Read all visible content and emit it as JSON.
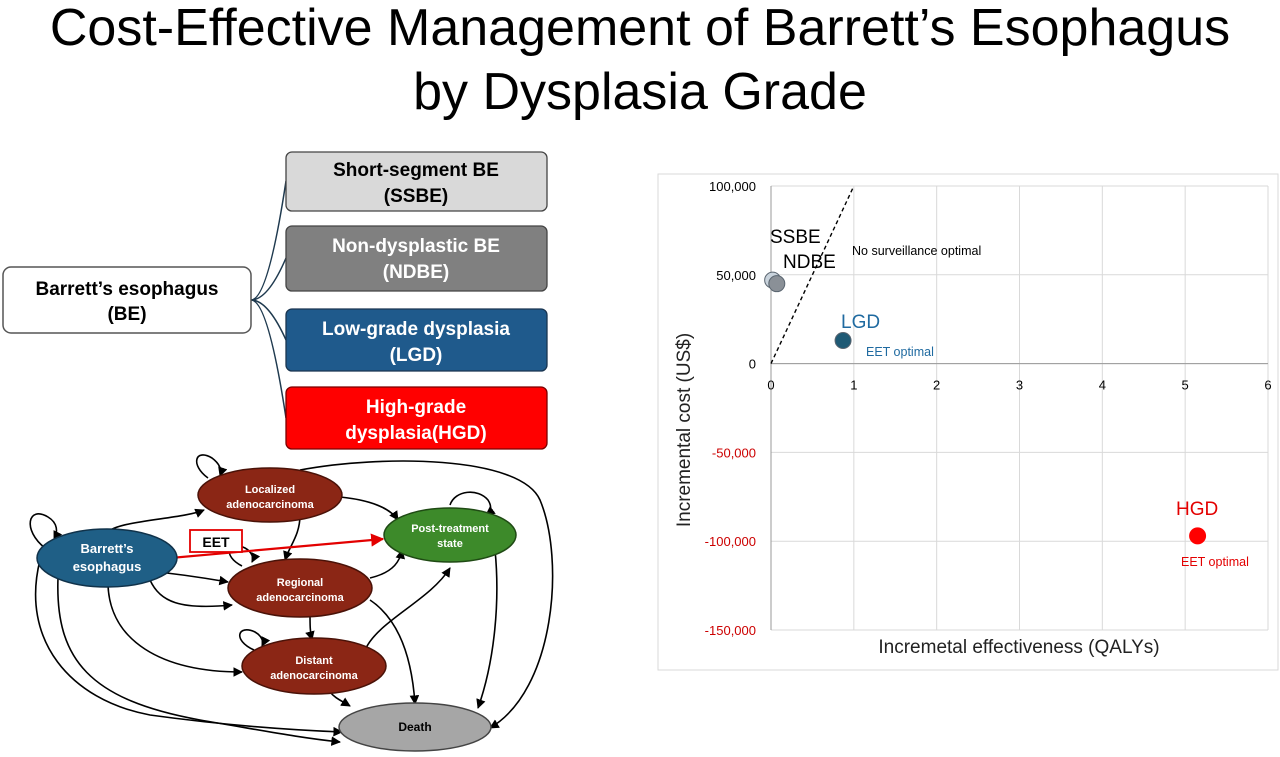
{
  "title": {
    "line1": "Cost-Effective Management of Barrett’s Esophagus",
    "line2": "by Dysplasia Grade"
  },
  "tree": {
    "root": {
      "line1": "Barrett’s esophagus",
      "line2": "(BE)"
    },
    "branches": [
      {
        "line1": "Short-segment BE",
        "line2": "(SSBE)",
        "fill": "#d9d9d9",
        "text_color": "#000000"
      },
      {
        "line1": "Non-dysplastic BE",
        "line2": "(NDBE)",
        "fill": "#808080",
        "text_color": "#ffffff"
      },
      {
        "line1": "Low-grade dysplasia",
        "line2": "(LGD)",
        "fill": "#1f5a8c",
        "text_color": "#ffffff"
      },
      {
        "line1": "High-grade",
        "line2": "dysplasia(HGD)",
        "fill": "#ff0000",
        "text_color": "#ffffff"
      }
    ]
  },
  "markov": {
    "barretts": {
      "line1": "Barrett’s",
      "line2": "esophagus"
    },
    "localized": {
      "line1": "Localized",
      "line2": "adenocarcinoma"
    },
    "regional": {
      "line1": "Regional",
      "line2": "adenocarcinoma"
    },
    "distant": {
      "line1": "Distant",
      "line2": "adenocarcinoma"
    },
    "post": {
      "line1": "Post-treatment",
      "line2": "state"
    },
    "death": "Death",
    "eet_label": "EET",
    "colors": {
      "blue": "#1f5f86",
      "brown": "#8b2615",
      "green": "#3d8a2a",
      "gray": "#a6a6a6",
      "red": "#e30000"
    }
  },
  "chart_data": {
    "type": "scatter",
    "xlabel": "Incremetal effectiveness (QALYs)",
    "ylabel": "Incremental cost (US$)",
    "xlim": [
      0,
      6
    ],
    "ylim": [
      -150000,
      100000
    ],
    "x_ticks": [
      "0",
      "1",
      "2",
      "3",
      "4",
      "5",
      "6"
    ],
    "y_ticks": [
      {
        "value": 100000,
        "label": "100,000"
      },
      {
        "value": 50000,
        "label": "50,000"
      },
      {
        "value": 0,
        "label": "0"
      },
      {
        "value": -50000,
        "label": "-50,000"
      },
      {
        "value": -100000,
        "label": "-100,000"
      },
      {
        "value": -150000,
        "label": "-150,000"
      }
    ],
    "grid": true,
    "threshold_line": {
      "x": [
        0,
        1
      ],
      "y": [
        0,
        100000
      ],
      "style": "dashed"
    },
    "annotations": [
      "No surveillance optimal",
      "EET optimal",
      "EET optimal"
    ],
    "points": [
      {
        "name": "SSBE",
        "x": 0.02,
        "y": 47000,
        "color": "#c9d3dc"
      },
      {
        "name": "NDBE",
        "x": 0.07,
        "y": 45000,
        "color": "#8a9097"
      },
      {
        "name": "LGD",
        "x": 0.87,
        "y": 13000,
        "color": "#1f5a75"
      },
      {
        "name": "HGD",
        "x": 5.15,
        "y": -97000,
        "color": "#ff0000"
      }
    ],
    "label_colors": {
      "LGD": "#1f6aa0",
      "HGD": "#e30000",
      "negative_ticks": "#cc0000"
    }
  }
}
